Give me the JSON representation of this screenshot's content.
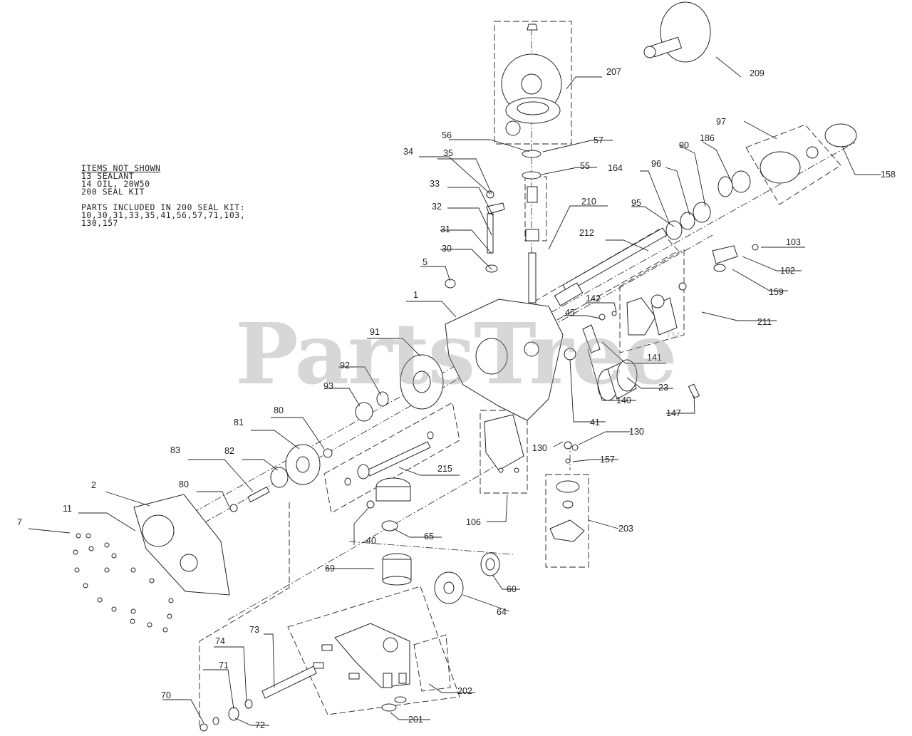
{
  "notes": {
    "heading": "ITEMS NOT SHOWN",
    "items": [
      "13 SEALANT",
      "14 OIL, 20W50",
      "200 SEAL KIT"
    ],
    "kit_title": "PARTS INCLUDED IN 200 SEAL KIT:",
    "kit_lines": [
      "10,30,31,33,35,41,56,57,71,103,",
      "130,157"
    ]
  },
  "watermark": {
    "text": "PartsTree",
    "tm": "TM"
  },
  "callouts": [
    {
      "id": "c207",
      "label": "207"
    },
    {
      "id": "c209",
      "label": "209"
    },
    {
      "id": "c56",
      "label": "56"
    },
    {
      "id": "c57",
      "label": "57"
    },
    {
      "id": "c34",
      "label": "34"
    },
    {
      "id": "c35",
      "label": "35"
    },
    {
      "id": "c55",
      "label": "55"
    },
    {
      "id": "c164",
      "label": "164"
    },
    {
      "id": "c96",
      "label": "96"
    },
    {
      "id": "c90",
      "label": "90"
    },
    {
      "id": "c186",
      "label": "186"
    },
    {
      "id": "c97",
      "label": "97"
    },
    {
      "id": "c158",
      "label": "158"
    },
    {
      "id": "c33",
      "label": "33"
    },
    {
      "id": "c32",
      "label": "32"
    },
    {
      "id": "c31",
      "label": "31"
    },
    {
      "id": "c30",
      "label": "30"
    },
    {
      "id": "c210",
      "label": "210"
    },
    {
      "id": "c95",
      "label": "95"
    },
    {
      "id": "c212",
      "label": "212"
    },
    {
      "id": "c103",
      "label": "103"
    },
    {
      "id": "c102",
      "label": "102"
    },
    {
      "id": "c159",
      "label": "159"
    },
    {
      "id": "c5",
      "label": "5"
    },
    {
      "id": "c1",
      "label": "1"
    },
    {
      "id": "c142",
      "label": "142"
    },
    {
      "id": "c45",
      "label": "45"
    },
    {
      "id": "c211",
      "label": "211"
    },
    {
      "id": "c91",
      "label": "91"
    },
    {
      "id": "c141",
      "label": "141"
    },
    {
      "id": "c92",
      "label": "92"
    },
    {
      "id": "c93",
      "label": "93"
    },
    {
      "id": "c23",
      "label": "23"
    },
    {
      "id": "c140",
      "label": "140"
    },
    {
      "id": "c147",
      "label": "147"
    },
    {
      "id": "c80a",
      "label": "80"
    },
    {
      "id": "c81",
      "label": "81"
    },
    {
      "id": "c41",
      "label": "41"
    },
    {
      "id": "c130a",
      "label": "130"
    },
    {
      "id": "c130b",
      "label": "130"
    },
    {
      "id": "c83",
      "label": "83"
    },
    {
      "id": "c82",
      "label": "82"
    },
    {
      "id": "c215",
      "label": "215"
    },
    {
      "id": "c157",
      "label": "157"
    },
    {
      "id": "c2",
      "label": "2"
    },
    {
      "id": "c80b",
      "label": "80"
    },
    {
      "id": "c11",
      "label": "11"
    },
    {
      "id": "c7",
      "label": "7"
    },
    {
      "id": "c106",
      "label": "106"
    },
    {
      "id": "c203",
      "label": "203"
    },
    {
      "id": "c40",
      "label": "40"
    },
    {
      "id": "c65",
      "label": "65"
    },
    {
      "id": "c69",
      "label": "69"
    },
    {
      "id": "c60",
      "label": "60"
    },
    {
      "id": "c64",
      "label": "64"
    },
    {
      "id": "c73",
      "label": "73"
    },
    {
      "id": "c74",
      "label": "74"
    },
    {
      "id": "c71",
      "label": "71"
    },
    {
      "id": "c202",
      "label": "202"
    },
    {
      "id": "c70",
      "label": "70"
    },
    {
      "id": "c72",
      "label": "72"
    },
    {
      "id": "c201",
      "label": "201"
    }
  ]
}
